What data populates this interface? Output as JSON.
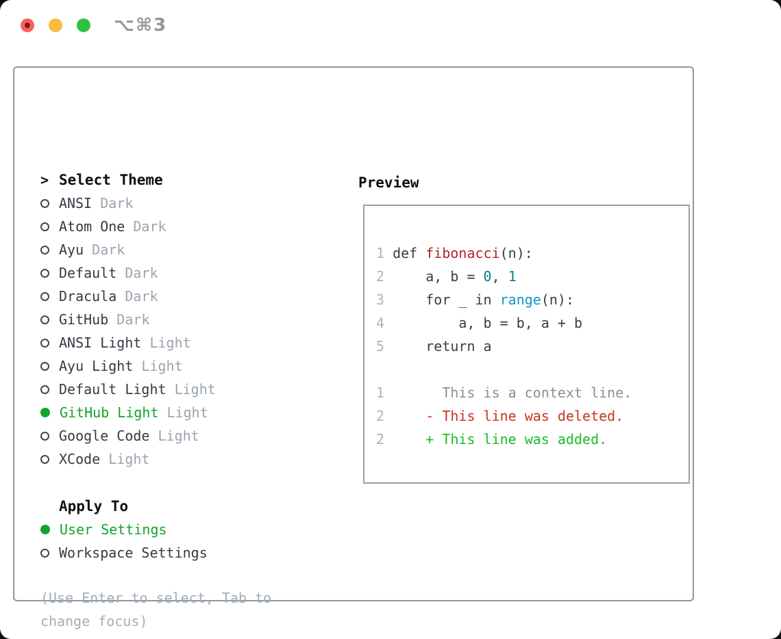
{
  "colors": {
    "selection_green": "#10a52b",
    "item_text": "#343b44",
    "variant_gray": "#9aa4b0",
    "hint_gray": "#a3adb8",
    "heading_black": "#0d1013",
    "panel_border": "#8d97a2",
    "line_number_gray": "#a9b3bf",
    "traffic_red": "#f4615c",
    "traffic_yellow": "#f8bd3d",
    "traffic_green": "#2fc23f"
  },
  "titlebar": {
    "title": "⌥⌘3"
  },
  "theme_selector": {
    "prompt": ">",
    "header": "Select Theme",
    "items": [
      {
        "name": "ANSI",
        "variant": "Dark",
        "selected": false
      },
      {
        "name": "Atom One",
        "variant": "Dark",
        "selected": false
      },
      {
        "name": "Ayu",
        "variant": "Dark",
        "selected": false
      },
      {
        "name": "Default",
        "variant": "Dark",
        "selected": false
      },
      {
        "name": "Dracula",
        "variant": "Dark",
        "selected": false
      },
      {
        "name": "GitHub",
        "variant": "Dark",
        "selected": false
      },
      {
        "name": "ANSI Light",
        "variant": "Light",
        "selected": false
      },
      {
        "name": "Ayu Light",
        "variant": "Light",
        "selected": false
      },
      {
        "name": "Default Light",
        "variant": "Light",
        "selected": false
      },
      {
        "name": "GitHub Light",
        "variant": "Light",
        "selected": true
      },
      {
        "name": "Google Code",
        "variant": "Light",
        "selected": false
      },
      {
        "name": "XCode",
        "variant": "Light",
        "selected": false
      }
    ]
  },
  "apply_to": {
    "header": "Apply To",
    "options": [
      {
        "label": "User Settings",
        "selected": true
      },
      {
        "label": "Workspace Settings",
        "selected": false
      }
    ]
  },
  "hint": "(Use Enter to select, Tab to change focus)",
  "preview": {
    "title": "Preview",
    "styles": {
      "code": "#373e47",
      "func": "#b02226",
      "num": "#0f7d82",
      "builtin": "#0d95c6",
      "context": "#878f98",
      "deleted": "#c7351e",
      "added": "#1abc23"
    },
    "lines": [
      {
        "num": "1",
        "segments": [
          {
            "text": " def ",
            "style": "code"
          },
          {
            "text": "fibonacci",
            "style": "func"
          },
          {
            "text": "(n):",
            "style": "code"
          }
        ]
      },
      {
        "num": "2",
        "segments": [
          {
            "text": "     a, b = ",
            "style": "code"
          },
          {
            "text": "0",
            "style": "num"
          },
          {
            "text": ", ",
            "style": "code"
          },
          {
            "text": "1",
            "style": "num"
          }
        ]
      },
      {
        "num": "3",
        "segments": [
          {
            "text": "     for _ in ",
            "style": "code"
          },
          {
            "text": "range",
            "style": "builtin"
          },
          {
            "text": "(n):",
            "style": "code"
          }
        ]
      },
      {
        "num": "4",
        "segments": [
          {
            "text": "         a, b = b, a + b",
            "style": "code"
          }
        ]
      },
      {
        "num": "5",
        "segments": [
          {
            "text": "     return a",
            "style": "code"
          }
        ]
      },
      {
        "num": "",
        "segments": []
      },
      {
        "num": "1",
        "segments": [
          {
            "text": "       This is a context line.",
            "style": "context"
          }
        ]
      },
      {
        "num": "2",
        "segments": [
          {
            "text": "     ",
            "style": "code"
          },
          {
            "text": "- This line was deleted.",
            "style": "deleted"
          }
        ]
      },
      {
        "num": "2",
        "segments": [
          {
            "text": "     ",
            "style": "code"
          },
          {
            "text": "+ This line was added.",
            "style": "added"
          }
        ]
      }
    ]
  }
}
